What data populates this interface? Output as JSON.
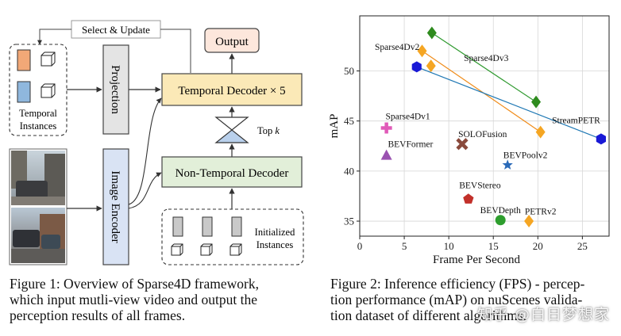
{
  "figure1": {
    "select_update": "Select & Update",
    "output": "Output",
    "projection": "Projection",
    "temporal_decoder": "Temporal Decoder × 5",
    "top_k_prefix": "Top ",
    "top_k_var": "k",
    "non_temporal_decoder": "Non-Temporal Decoder",
    "image_encoder": "Image Encoder",
    "temporal_instances": [
      "Temporal",
      "Instances"
    ],
    "initialized_instances": [
      "Initialized",
      "Instances"
    ]
  },
  "caption1": [
    "Figure 1:  Overview of Sparse4D framework,",
    "which input mutli-view video and output the",
    "perception results of all frames."
  ],
  "caption2": [
    "Figure 2: Inference efficiency (FPS) - percep-",
    "tion performance (mAP) on nuScenes valida-",
    "tion dataset of different algorithms."
  ],
  "watermark": "知乎 @白日梦想家",
  "colors": {
    "orange": "#f5a623",
    "green": "#2e8b1e",
    "blue": "#1919d6",
    "purple": "#9a52b0",
    "pink": "#e05ab8",
    "brown": "#8a4a3c",
    "red": "#c2302a",
    "steel_blue": "#2a6ab8",
    "line_orange": "#f08c1a",
    "line_green": "#2f9a2f",
    "line_blue": "#1f78b4",
    "output_box": "#fde7dc",
    "temporal_box": "#fbe9b7",
    "non_temporal_box": "#e2efd9",
    "encoder_box": "#d9e3f4",
    "projection_box": "#e4e4e4"
  },
  "chart_data": {
    "type": "scatter",
    "xlabel": "Frame Per Second",
    "ylabel": "mAP",
    "xlim": [
      0,
      28
    ],
    "ylim": [
      33.5,
      55.5
    ],
    "xticks": [
      0,
      5,
      10,
      15,
      20,
      25
    ],
    "yticks": [
      35,
      40,
      45,
      50
    ],
    "grid": true,
    "series": [
      {
        "name": "Sparse4Dv2",
        "marker": "diamond",
        "color": "#f5a623",
        "points": [
          [
            7.0,
            52.0
          ],
          [
            8.0,
            50.5
          ],
          [
            20.3,
            43.9
          ],
          [
            19.0,
            35.0
          ]
        ]
      },
      {
        "name": "Sparse4Dv3",
        "marker": "diamond",
        "color": "#2e8b1e",
        "points": [
          [
            8.1,
            53.8
          ],
          [
            19.8,
            46.9
          ]
        ]
      },
      {
        "name": "StreamPETR",
        "marker": "hexagon",
        "color": "#1919d6",
        "points": [
          [
            6.4,
            50.4
          ],
          [
            27.1,
            43.2
          ]
        ]
      },
      {
        "name": "Sparse4Dv1",
        "marker": "plus",
        "color": "#e05ab8",
        "points": [
          [
            3.0,
            44.3
          ]
        ]
      },
      {
        "name": "BEVFormer",
        "marker": "triangle",
        "color": "#9a52b0",
        "points": [
          [
            3.0,
            41.6
          ]
        ]
      },
      {
        "name": "SOLOFusion",
        "marker": "x",
        "color": "#8a4a3c",
        "points": [
          [
            11.5,
            42.7
          ]
        ]
      },
      {
        "name": "BEVPoolv2",
        "marker": "star",
        "color": "#2a6ab8",
        "points": [
          [
            16.6,
            40.6
          ]
        ]
      },
      {
        "name": "BEVStereo",
        "marker": "pentagon",
        "color": "#c2302a",
        "points": [
          [
            12.2,
            37.2
          ]
        ]
      },
      {
        "name": "BEVDepth",
        "marker": "circle",
        "color": "#2e9e2e",
        "points": [
          [
            15.8,
            35.1
          ]
        ]
      },
      {
        "name": "PETRv2",
        "marker": "diamond",
        "color": "#f5a623",
        "points": [
          [
            19.0,
            35.0
          ]
        ]
      }
    ],
    "trend_lines": [
      {
        "series": "Sparse4Dv2",
        "color": "#f08c1a",
        "points": [
          [
            7.0,
            52.0
          ],
          [
            20.3,
            43.9
          ]
        ]
      },
      {
        "series": "Sparse4Dv3",
        "color": "#2f9a2f",
        "points": [
          [
            8.1,
            53.8
          ],
          [
            19.8,
            46.9
          ]
        ]
      },
      {
        "series": "StreamPETR",
        "color": "#1f78b4",
        "points": [
          [
            6.4,
            50.4
          ],
          [
            27.1,
            43.2
          ]
        ]
      }
    ],
    "annotations": [
      {
        "text": "Sparse4Dv2",
        "x": 4.2,
        "y": 52.4
      },
      {
        "text": "Sparse4Dv3",
        "x": 14.2,
        "y": 51.3
      },
      {
        "text": "StreamPETR",
        "x": 24.3,
        "y": 45.1
      },
      {
        "text": "Sparse4Dv1",
        "x": 5.4,
        "y": 45.5
      },
      {
        "text": "BEVFormer",
        "x": 5.7,
        "y": 42.7
      },
      {
        "text": "SOLOFusion",
        "x": 13.8,
        "y": 43.7
      },
      {
        "text": "BEVPoolv2",
        "x": 18.6,
        "y": 41.6
      },
      {
        "text": "BEVStereo",
        "x": 13.5,
        "y": 38.6
      },
      {
        "text": "BEVDepth",
        "x": 15.8,
        "y": 36.1
      },
      {
        "text": "PETRv2",
        "x": 20.3,
        "y": 36.0
      }
    ]
  }
}
